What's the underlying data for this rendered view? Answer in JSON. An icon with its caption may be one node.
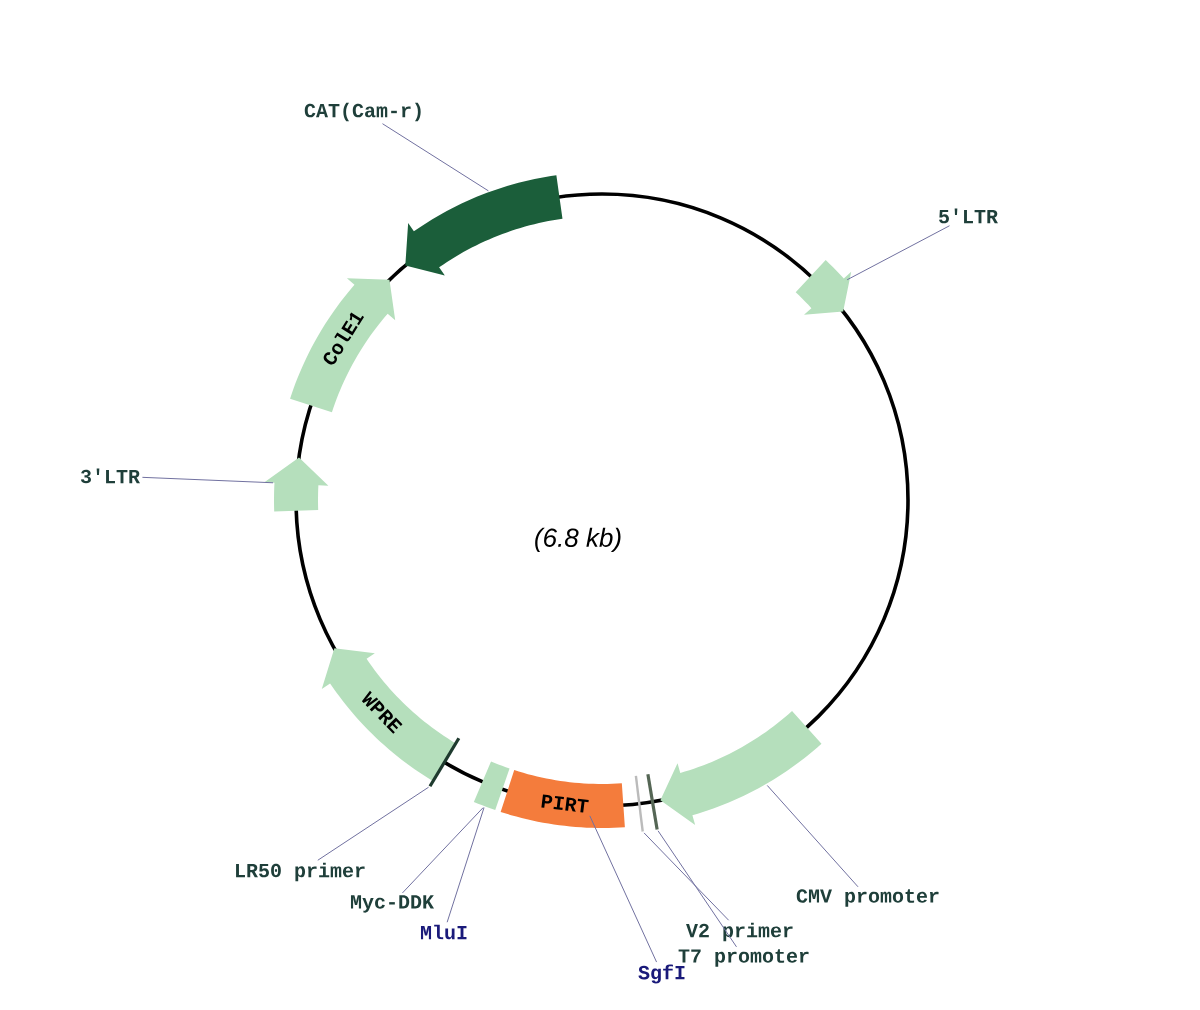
{
  "diagram": {
    "nodes": [
      {
        "text": [
          "CAT(Cam-r)"
        ]
      },
      {
        "text": [],
        "shape": "arrow"
      },
      {
        "text": [
          "5'LTR"
        ]
      },
      {
        "text": [],
        "shape": "arrow"
      },
      {
        "text": [
          "ColE1"
        ]
      },
      {
        "text": [
          "3'LTR"
        ]
      },
      {
        "text": [],
        "shape": "arrow"
      },
      {
        "text": [
          "WPRE"
        ]
      },
      {
        "text": [
          "LR50 primer"
        ]
      },
      {
        "text": [],
        "shape": "bar"
      },
      {
        "text": [
          "Myc-DDK"
        ]
      },
      {
        "text": [],
        "shape": "box"
      },
      {
        "text": [
          "MluI"
        ]
      },
      {
        "text": [
          "PIRT"
        ]
      },
      {
        "text": [
          "SgfI"
        ]
      },
      {
        "text": [
          "V2 primer"
        ]
      },
      {
        "text": [],
        "shape": "bar"
      },
      {
        "text": [
          "T7 promoter"
        ]
      },
      {
        "text": [],
        "shape": "bar"
      },
      {
        "text": [
          "CMV promoter"
        ]
      },
      {
        "text": [],
        "shape": "arrow"
      }
    ],
    "edges": [
      {
        "from": 0,
        "to": 1,
        "arrow": "none"
      },
      {
        "from": 2,
        "to": 3,
        "arrow": "none"
      },
      {
        "from": 5,
        "to": 6,
        "arrow": "none"
      },
      {
        "from": 8,
        "to": 9,
        "arrow": "none"
      },
      {
        "from": 10,
        "to": 11,
        "arrow": "none"
      },
      {
        "from": 12,
        "to": 11,
        "arrow": "none"
      },
      {
        "from": 14,
        "to": 13,
        "arrow": "none"
      },
      {
        "from": 15,
        "to": 16,
        "arrow": "none"
      },
      {
        "from": 17,
        "to": 18,
        "arrow": "none"
      },
      {
        "from": 19,
        "to": 20,
        "arrow": "none"
      }
    ],
    "labels": [
      "(6.8 kb)"
    ]
  }
}
